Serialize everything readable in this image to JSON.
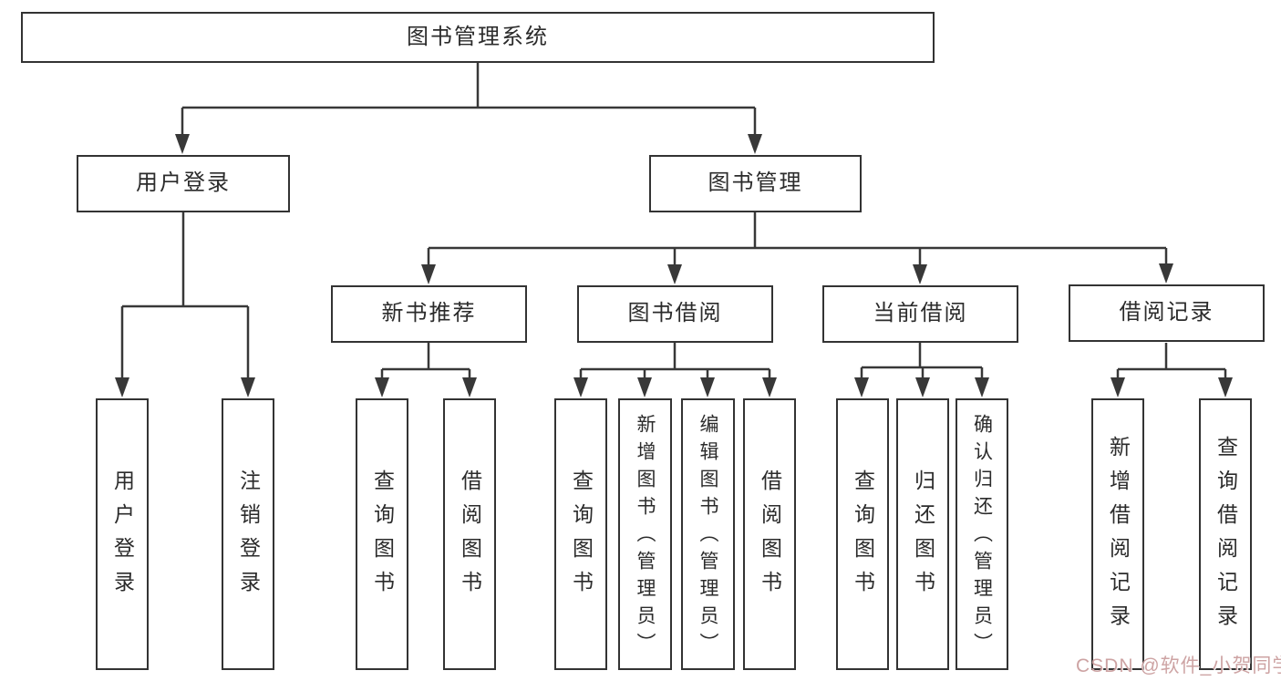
{
  "diagram": {
    "title": "图书管理系统",
    "nodes": {
      "root": {
        "label": "图书管理系统"
      },
      "user_login": {
        "label": "用户登录"
      },
      "book_mgmt": {
        "label": "图书管理"
      },
      "login": {
        "label": "用户登录"
      },
      "logout": {
        "label": "注销登录"
      },
      "new_books": {
        "label": "新书推荐"
      },
      "book_borrow": {
        "label": "图书借阅"
      },
      "current_borrow": {
        "label": "当前借阅"
      },
      "borrow_records": {
        "label": "借阅记录"
      },
      "nb_query": {
        "label": "查询图书"
      },
      "nb_borrow": {
        "label": "借阅图书"
      },
      "bw_query": {
        "label": "查询图书"
      },
      "bw_add": {
        "label": "新增图书（管理员）"
      },
      "bw_edit": {
        "label": "编辑图书（管理员）"
      },
      "bw_borrow": {
        "label": "借阅图书"
      },
      "cu_query": {
        "label": "查询图书"
      },
      "cu_return": {
        "label": "归还图书"
      },
      "cu_confirm": {
        "label": "确认归还（管理员）"
      },
      "rc_add": {
        "label": "新增借阅记录"
      },
      "rc_query": {
        "label": "查询借阅记录"
      }
    },
    "edges": [
      [
        "root",
        "user_login"
      ],
      [
        "root",
        "book_mgmt"
      ],
      [
        "user_login",
        "login"
      ],
      [
        "user_login",
        "logout"
      ],
      [
        "book_mgmt",
        "new_books"
      ],
      [
        "book_mgmt",
        "book_borrow"
      ],
      [
        "book_mgmt",
        "current_borrow"
      ],
      [
        "book_mgmt",
        "borrow_records"
      ],
      [
        "new_books",
        "nb_query"
      ],
      [
        "new_books",
        "nb_borrow"
      ],
      [
        "book_borrow",
        "bw_query"
      ],
      [
        "book_borrow",
        "bw_add"
      ],
      [
        "book_borrow",
        "bw_edit"
      ],
      [
        "book_borrow",
        "bw_borrow"
      ],
      [
        "current_borrow",
        "cu_query"
      ],
      [
        "current_borrow",
        "cu_return"
      ],
      [
        "current_borrow",
        "cu_confirm"
      ],
      [
        "borrow_records",
        "rc_add"
      ],
      [
        "borrow_records",
        "rc_query"
      ]
    ],
    "colors": {
      "line": "#383838",
      "box_border": "#333333",
      "text": "#2b2b2b",
      "background": "#ffffff"
    }
  },
  "watermark": {
    "text": "CSDN @软件_小贺同学",
    "color": "#ca9e9e"
  }
}
